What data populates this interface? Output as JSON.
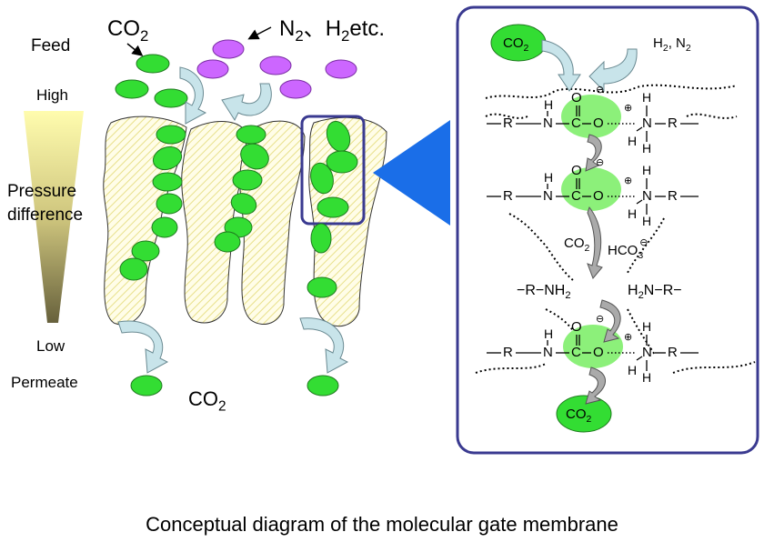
{
  "labels": {
    "feed": "Feed",
    "high": "High",
    "pressure_line1": "Pressure",
    "pressure_line2": "difference",
    "low": "Low",
    "permeate": "Permeate",
    "co2_top": "CO",
    "co2_top_sub": "2",
    "co2_bottom": "CO",
    "co2_bottom_sub": "2",
    "n2_main": "N",
    "n2_sub": "2",
    "n2_sep": "、",
    "h2_main": "H",
    "h2_sub": "2",
    "h2_tail": "etc."
  },
  "panel": {
    "co2_in": "CO",
    "co2_in_sub": "2",
    "h2n2": "H",
    "h2n2_sub": "2",
    "h2n2_mid": ", N",
    "h2n2_sub2": "2",
    "co2_mid": "CO",
    "co2_mid_sub": "2",
    "hco3": "HCO",
    "hco3_sub": "3",
    "amine_left": "−R−NH",
    "amine_left_sub": "2",
    "amine_right_pre": "H",
    "amine_right_sub": "2",
    "amine_right_post": "N−R−",
    "co2_out": "CO",
    "co2_out_sub": "2",
    "carbamate": {
      "O": "O",
      "H": "H",
      "C": "C",
      "N": "N",
      "R": "R",
      "minus": "⊖",
      "plus": "⊕"
    }
  },
  "caption": "Conceptual diagram of the molecular gate membrane",
  "colors": {
    "co2_fill": "#33dd33",
    "gas_fill": "#cc66ff",
    "arrow_fill": "#c8e4ea",
    "panel_border": "#3a3a90",
    "big_arrow": "#1a6ee8",
    "membrane_hatch": "#e8e08a",
    "membrane_bg": "#fffde8",
    "gradient_top": "#fffcae",
    "gradient_bottom": "#67613c",
    "highlight_green": "#8cf07a"
  }
}
